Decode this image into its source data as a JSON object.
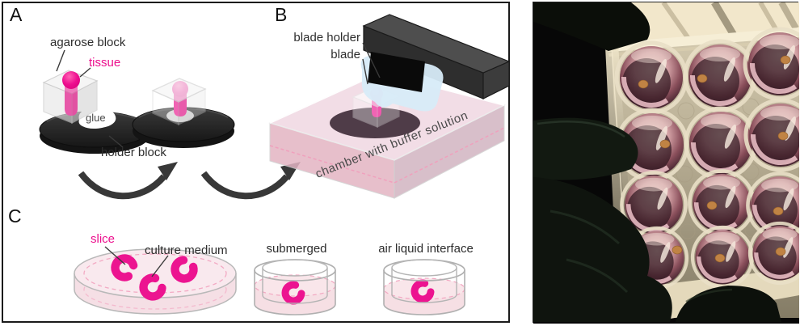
{
  "figure": {
    "panels": {
      "a": {
        "letter": "A",
        "labels": {
          "agarose_block": "agarose block",
          "tissue": "tissue",
          "glue": "glue",
          "holder_block": "holder block"
        }
      },
      "b": {
        "letter": "B",
        "labels": {
          "blade_holder": "blade holder",
          "blade": "blade",
          "chamber": "chamber with buffer solution"
        }
      },
      "c": {
        "letter": "C",
        "labels": {
          "slice": "slice",
          "culture_medium": "culture medium",
          "submerged": "submerged",
          "air_liquid_interface": "air liquid interface"
        }
      }
    },
    "colors": {
      "tissue_magenta": "#ec108c",
      "label_magenta": "#ec0f8d",
      "medium_pink": "#f7dfe6",
      "chamber_pink": "#dfb6c4",
      "blade_halo_blue": "#d7ebf8",
      "holder_black": "#2b2b2b",
      "well_medium_mauve": "#c98f96",
      "slice_dot_tan": "#c08344"
    }
  }
}
